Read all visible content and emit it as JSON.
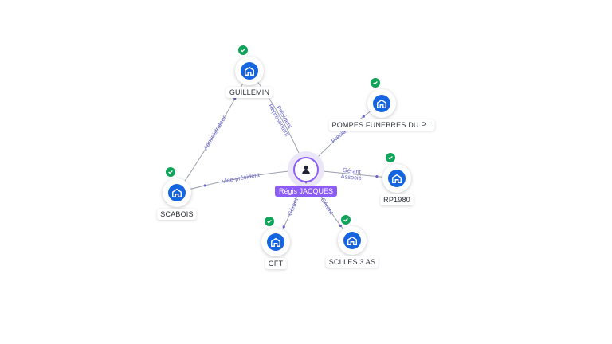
{
  "center": {
    "name": "Régis JACQUES",
    "icon": "person-icon"
  },
  "companies": [
    {
      "id": "guillemin",
      "name": "GUILLEMIN",
      "icon": "building-icon",
      "verified": true
    },
    {
      "id": "pompes",
      "name": "POMPES FUNEBRES DU P...",
      "icon": "building-icon",
      "verified": true
    },
    {
      "id": "rp1980",
      "name": "RP1980",
      "icon": "building-icon",
      "verified": true
    },
    {
      "id": "sci3as",
      "name": "SCI LES 3 AS",
      "icon": "building-icon",
      "verified": true
    },
    {
      "id": "gft",
      "name": "GFT",
      "icon": "building-icon",
      "verified": true
    },
    {
      "id": "scabois",
      "name": "SCABOIS",
      "icon": "building-icon",
      "verified": true
    }
  ],
  "relations": [
    {
      "from": "center",
      "to": "guillemin",
      "labels": [
        "Président",
        "Représentant"
      ]
    },
    {
      "from": "center",
      "to": "pompes",
      "labels": [
        "Président"
      ]
    },
    {
      "from": "center",
      "to": "rp1980",
      "labels": [
        "Gérant",
        "Associé"
      ]
    },
    {
      "from": "center",
      "to": "sci3as",
      "labels": [
        "Gérant"
      ]
    },
    {
      "from": "center",
      "to": "gft",
      "labels": [
        "Gérant"
      ]
    },
    {
      "from": "center",
      "to": "scabois",
      "labels": [
        "Vice-président"
      ]
    },
    {
      "from": "scabois",
      "to": "guillemin",
      "labels": [
        "Administrateur"
      ]
    }
  ],
  "colors": {
    "person": "#8b5cf6",
    "company": "#1565e0",
    "verified": "#10a35a",
    "edge": "#9aa0ad",
    "edge_label": "#6a66c8"
  }
}
